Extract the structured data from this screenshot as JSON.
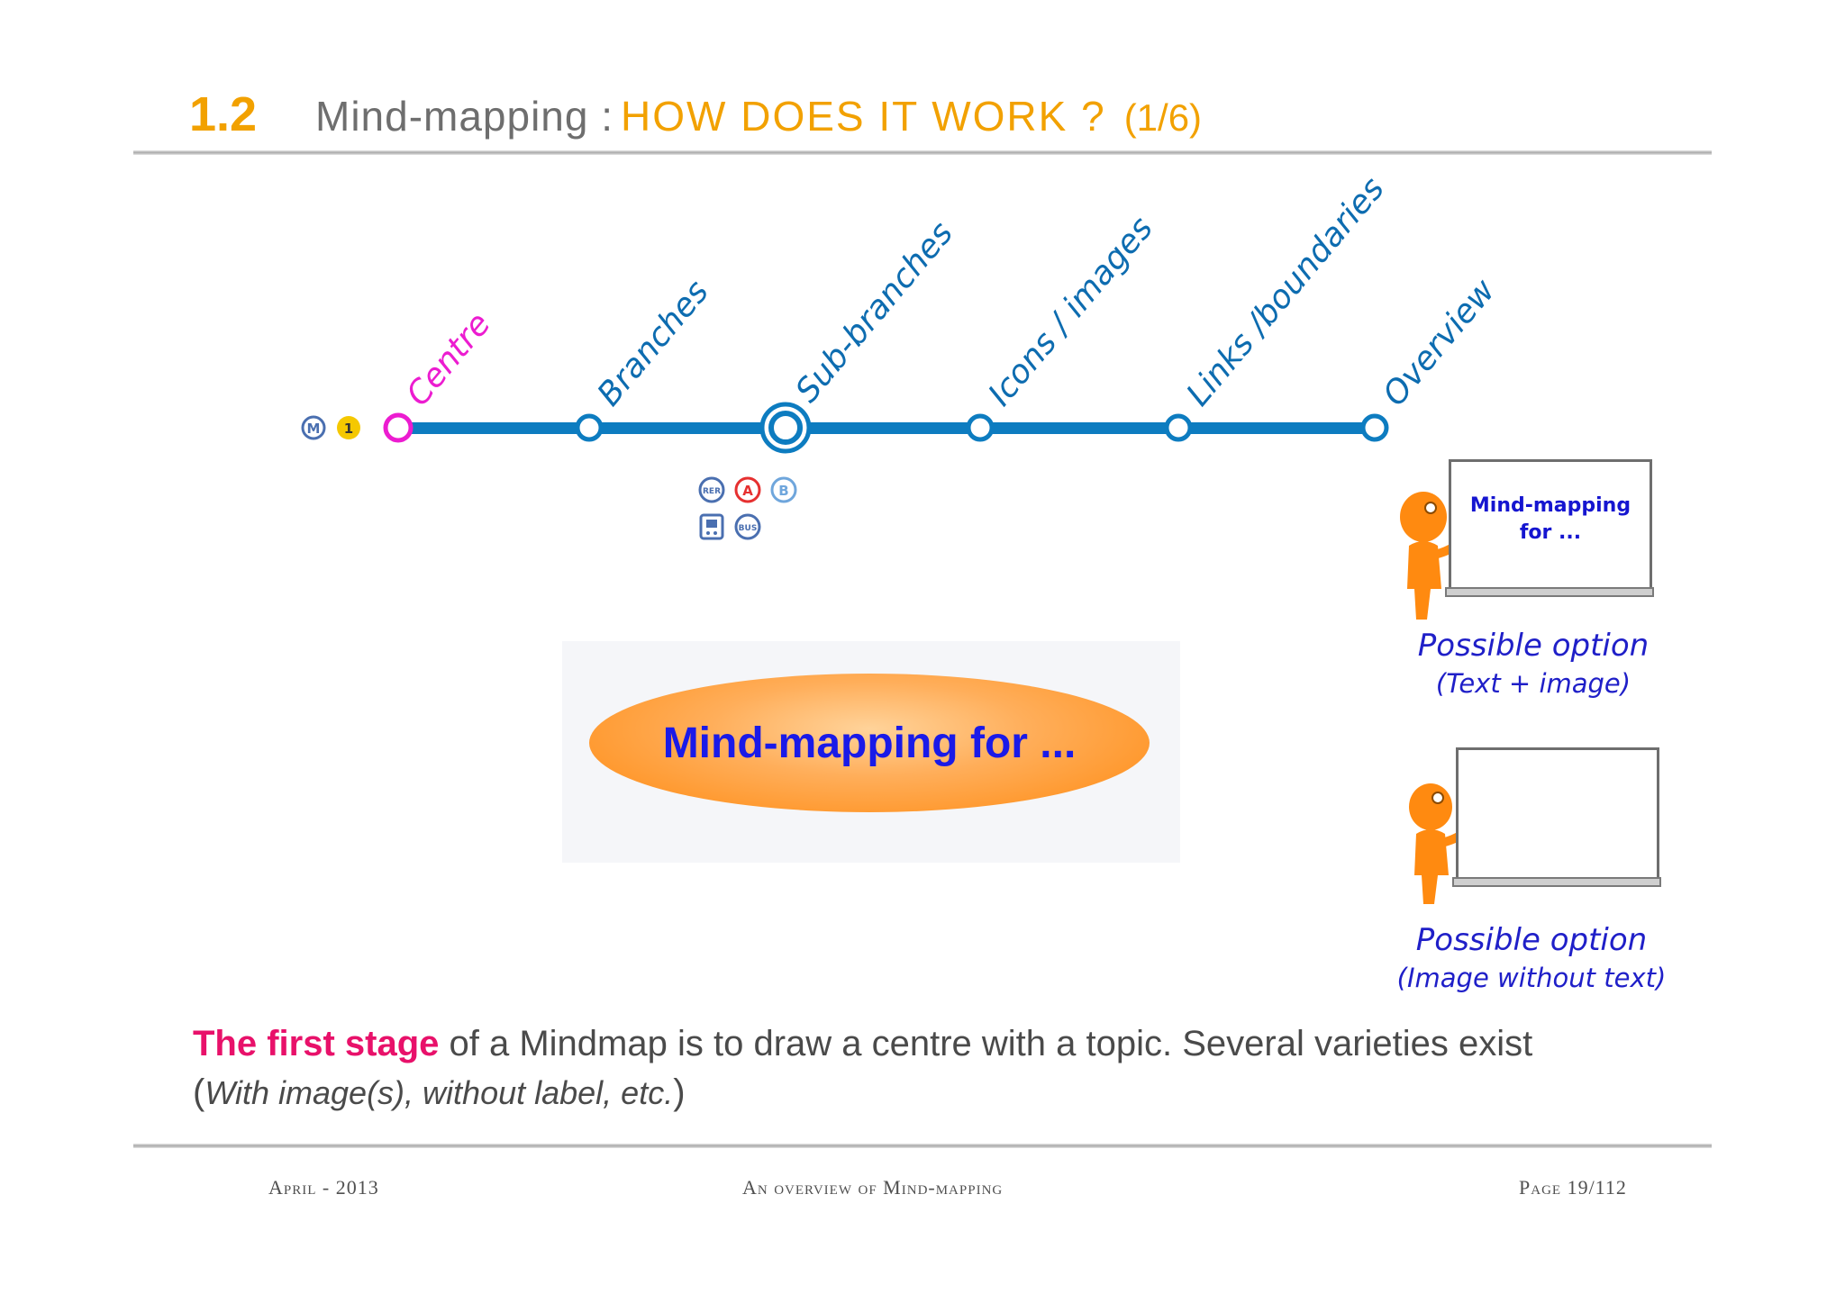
{
  "header": {
    "section_number": "1.2",
    "title_grey": "Mind-mapping :",
    "title_orange": "HOW DOES IT WORK ?",
    "title_count": "(1/6)"
  },
  "timeline": {
    "line_color": "#0d7cc0",
    "stops": [
      {
        "label": "Centre",
        "color": "#ec1cd0"
      },
      {
        "label": "Branches",
        "color": "#0d6cb0"
      },
      {
        "label": "Sub-branches",
        "color": "#0d6cb0"
      },
      {
        "label": "Icons / images",
        "color": "#0d6cb0"
      },
      {
        "label": "Links /boundaries",
        "color": "#0d6cb0"
      },
      {
        "label": "Overview",
        "color": "#0d6cb0"
      }
    ],
    "start_badges": [
      "M",
      "1"
    ],
    "transfer_badges": [
      "RER",
      "A",
      "B",
      "train",
      "BUS"
    ]
  },
  "central_node": {
    "text": "Mind-mapping for ..."
  },
  "options": [
    {
      "board_text_line1": "Mind-mapping",
      "board_text_line2": "for ...",
      "caption_line1": "Possible option",
      "caption_line2": "(Text + image)"
    },
    {
      "board_text_line1": "",
      "board_text_line2": "",
      "caption_line1": "Possible option",
      "caption_line2": "(Image without text)"
    }
  ],
  "body": {
    "highlight": "The first stage",
    "rest": " of a Mindmap is to draw a centre with a topic. Several varieties exist",
    "note_open": "(",
    "note_italic": "With image(s), without label, etc.",
    "note_close": ")"
  },
  "footer": {
    "left": "April - 2013",
    "center": "An overview of Mind-mapping",
    "right": "Page 19/112"
  }
}
